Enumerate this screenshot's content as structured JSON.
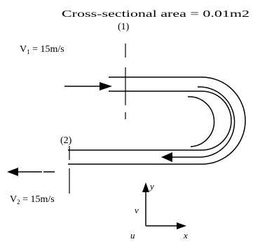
{
  "header": {
    "area_label": "Cross-sectional area = 0.01m2"
  },
  "sections": {
    "inlet": {
      "label": "(1)"
    },
    "outlet": {
      "label": "(2)"
    }
  },
  "velocities": {
    "v1": {
      "symbol": "V",
      "subscript": "1",
      "value": " = 15m/s"
    },
    "v2": {
      "symbol": "V",
      "subscript": "2",
      "value": " = 15m/s"
    }
  },
  "axes": {
    "y_label": "y",
    "x_label": "x",
    "v_label": "v",
    "u_label": "u"
  },
  "colors": {
    "line": "#000000",
    "background": "#ffffff"
  }
}
